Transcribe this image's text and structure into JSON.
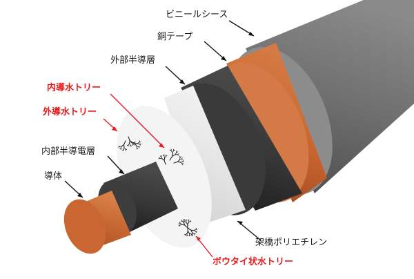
{
  "labels": {
    "vinyl_sheath": "ビニールシース",
    "copper_tape": "銅テープ",
    "outer_semiconductive": "外部半導層",
    "inner_water_tree": "内導水トリー",
    "outer_water_tree": "外導水トリー",
    "inner_semiconductive": "内部半導電層",
    "conductor": "導体",
    "xlpe": "架橋ポリエチレン",
    "bowtie_water_tree": "ボウタイ状水トリー"
  },
  "colors": {
    "sheath": "#6e6e6e",
    "copper_tape": "#c4622d",
    "semiconductive": "#2e2e2e",
    "insulation": "#dcdcdc",
    "conductor": "#c4622d",
    "water_tree_label": "#e41b1b",
    "label_text": "#1a1a1a"
  }
}
